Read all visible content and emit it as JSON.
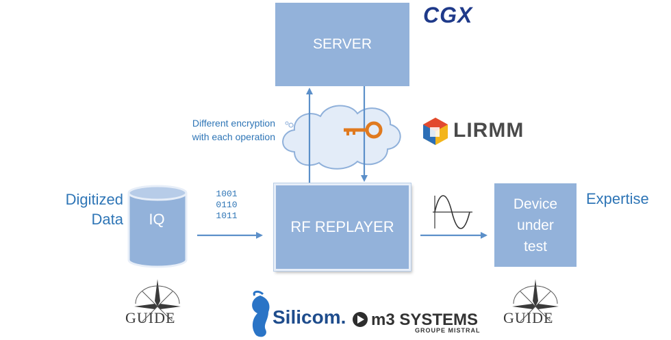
{
  "diagram": {
    "server_label": "SERVER",
    "replayer_label": "RF REPLAYER",
    "dut_lines": [
      "Device",
      "under",
      "test"
    ],
    "iq_label": "IQ",
    "digitized_lines": [
      "Digitized",
      "Data"
    ],
    "expertise_label": "Expertise",
    "cloud_note_lines": [
      "Different encryption",
      "with each operation"
    ],
    "bits": [
      "1001",
      "0110",
      "1011"
    ]
  },
  "logos": {
    "cgx": "CGX",
    "lirmm": "LIRMM",
    "silicom": "Silicom.",
    "m3": "m3 SYSTEMS",
    "m3_sub": "GROUPE MISTRAL",
    "guide": "GUIDE"
  },
  "colors": {
    "box_fill": "#93B2DA",
    "arrow": "#5B8FC9",
    "text_blue": "#2E75B6",
    "key": "#E07A1F"
  }
}
